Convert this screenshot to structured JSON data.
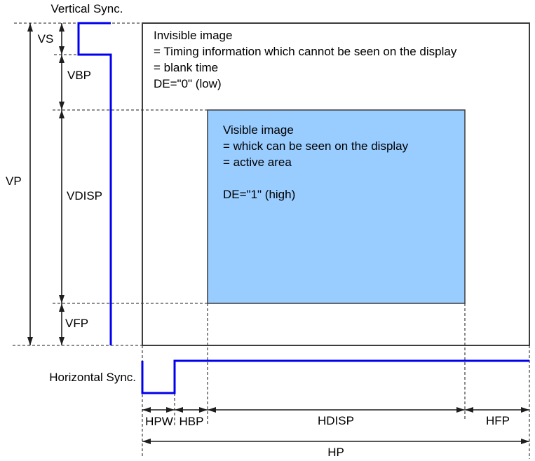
{
  "colors": {
    "signal_blue": "#0000EE",
    "active_fill": "#99CCFF",
    "outline": "#3C3C3C",
    "arrow": "#1E1E1E",
    "dashed": "#4A4A4A",
    "text": "#000000"
  },
  "vertical": {
    "sync_label": "Vertical Sync.",
    "vs": "VS",
    "vbp": "VBP",
    "vdisp": "VDISP",
    "vfp": "VFP",
    "vp": "VP"
  },
  "horizontal": {
    "sync_label": "Horizontal Sync.",
    "hpw": "HPW",
    "hbp": "HBP",
    "hdisp": "HDISP",
    "hfp": "HFP",
    "hp": "HP"
  },
  "invisible_image": {
    "lines": [
      "Invisible image",
      "= Timing information which cannot be seen on the display",
      "= blank time",
      "DE=\"0\" (low)"
    ]
  },
  "visible_image": {
    "lines": [
      "Visible image",
      "= whick can be seen on the display",
      "= active area",
      "DE=\"1\" (high)"
    ]
  }
}
